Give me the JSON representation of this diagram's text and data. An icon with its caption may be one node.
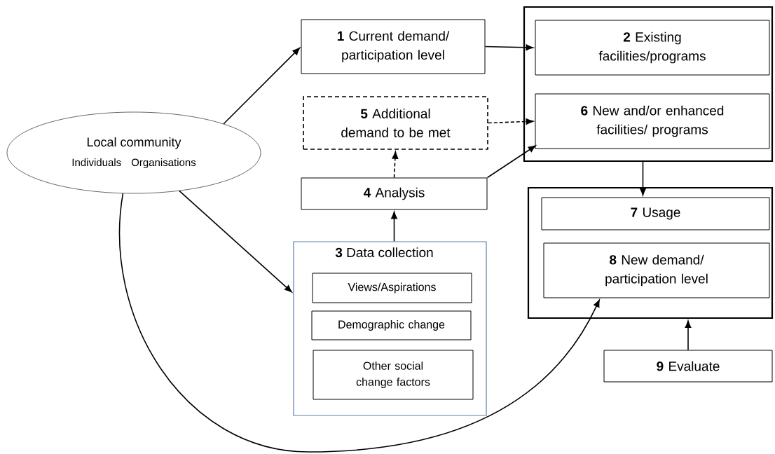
{
  "diagram": {
    "nodes": [
      {
        "text": [
          "Local community",
          "Individuals",
          "Organisations"
        ]
      },
      {
        "text": [
          "**1** Current demand/ participation level"
        ]
      },
      {
        "text": [],
        "shape": "box"
      },
      {
        "text": [
          "**2** Existing facilities/programs"
        ],
        "in": 2
      },
      {
        "text": [
          "**6** New and/or enhanced facilities/ programs"
        ],
        "in": 2
      },
      {
        "text": [
          "**5** Additional demand to be met"
        ]
      },
      {
        "text": [
          "**4** Analysis"
        ]
      },
      {
        "text": [],
        "shape": "box"
      },
      {
        "text": [
          "**7** Usage"
        ],
        "in": 7
      },
      {
        "text": [
          "**8** New demand/ participation level"
        ],
        "in": 7
      },
      {
        "text": [
          "**3** Data collection"
        ]
      },
      {
        "text": [
          "Views/Aspirations"
        ],
        "in": 10
      },
      {
        "text": [
          "Demographic change"
        ],
        "in": 10
      },
      {
        "text": [
          "Other social change factors"
        ],
        "in": 10
      },
      {
        "text": [
          "**9** Evaluate"
        ]
      }
    ],
    "edges": [
      {
        "from": 0,
        "to": 1,
        "arrow": "to"
      },
      {
        "from": 0,
        "to": 10,
        "arrow": "to"
      },
      {
        "from": 1,
        "to": 3,
        "arrow": "to"
      },
      {
        "from": 5,
        "to": 4,
        "arrow": "to",
        "style": "dashed"
      },
      {
        "from": 6,
        "to": 4,
        "arrow": "to"
      },
      {
        "from": 6,
        "to": 5,
        "arrow": "to",
        "style": "dashed"
      },
      {
        "from": 10,
        "to": 6,
        "arrow": "to"
      },
      {
        "from": 2,
        "to": 8,
        "arrow": "to"
      },
      {
        "from": 14,
        "to": 7,
        "arrow": "to"
      },
      {
        "from": 0,
        "to": 9,
        "arrow": "to"
      }
    ]
  }
}
